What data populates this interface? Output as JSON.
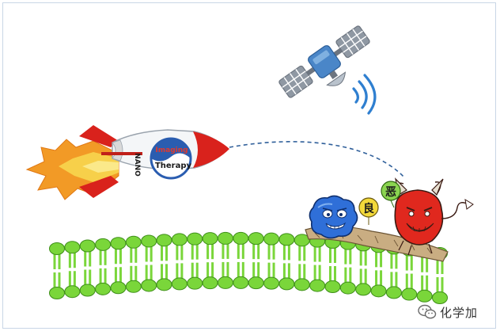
{
  "rocket": {
    "word_nano": "NANO",
    "word_imaging": "Imaging",
    "word_therapy": "Therapy"
  },
  "badges": {
    "benign": "良",
    "malignant": "恶"
  },
  "watermark": {
    "text": "化学加",
    "icon": "wechat-icon"
  },
  "colors": {
    "frame": "#c9d6e6",
    "rocket_red": "#d9221c",
    "rocket_body": "#f4f6f8",
    "nano_circle_blue": "#2a5db0",
    "membrane_green": "#7ad63a",
    "membrane_outline": "#3f8f1a",
    "satellite_blue": "#4a86c8",
    "signal_blue": "#2f7fd0",
    "good_cell_blue": "#2f6fd8",
    "devil_red": "#e0281e",
    "badge_yellow": "#f3d93a",
    "badge_green": "#8bd450",
    "dashed_path": "#2f5f9a"
  }
}
